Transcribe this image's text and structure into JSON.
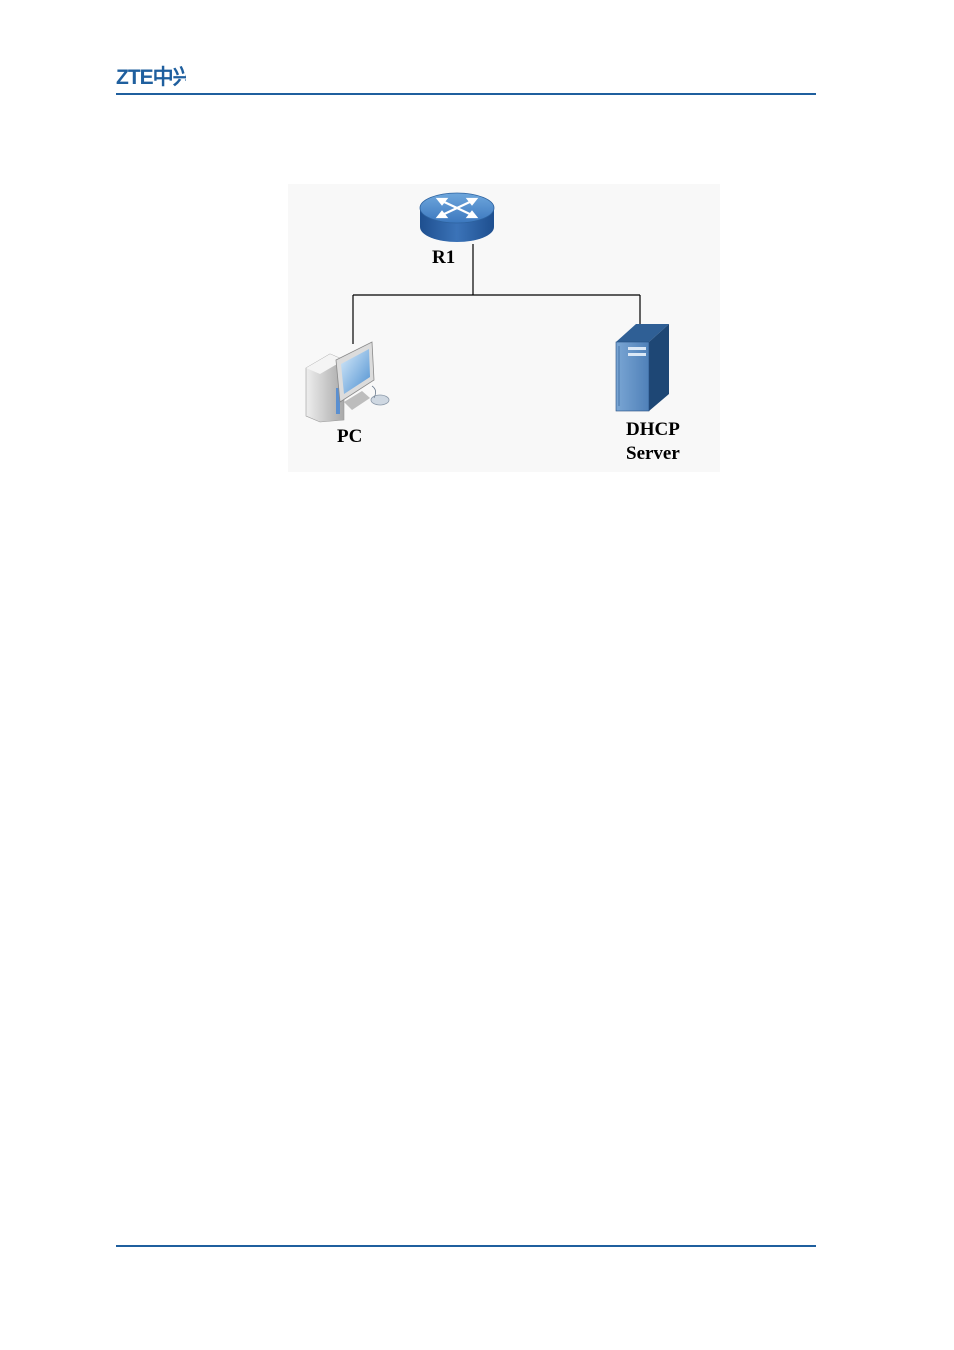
{
  "header": {
    "logo_text": "ZTE中兴",
    "colors": {
      "brand": "#1f5f9e"
    }
  },
  "diagram": {
    "nodes": [
      {
        "id": "r1",
        "label": "R1",
        "icon": "router-icon"
      },
      {
        "id": "pc",
        "label": "PC",
        "icon": "desktop-computer-icon"
      },
      {
        "id": "server",
        "label_line1": "DHCP",
        "label_line2": "Server",
        "icon": "server-icon"
      }
    ],
    "links": [
      {
        "from": "r1",
        "to": "pc"
      },
      {
        "from": "r1",
        "to": "server"
      }
    ]
  }
}
